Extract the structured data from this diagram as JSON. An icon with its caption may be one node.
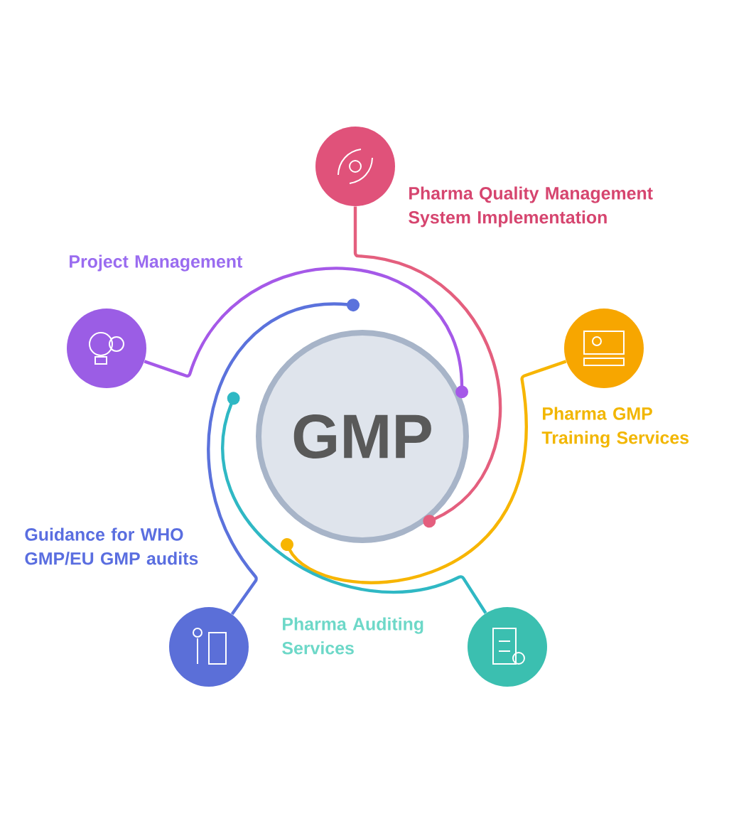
{
  "diagram": {
    "nodes": [
      {
        "text": [
          "GMP"
        ]
      },
      {
        "text": [],
        "shape": "circle",
        "beside": [
          "Pharma Quality Management System Implementation"
        ]
      },
      {
        "text": [],
        "shape": "circle",
        "beside": [
          "Project Management"
        ]
      },
      {
        "text": [],
        "shape": "circle",
        "beside": [
          "Pharma GMP Training Services"
        ]
      },
      {
        "text": [],
        "shape": "circle",
        "beside": [
          "Guidance for WHO GMP/EU GMP audits"
        ]
      },
      {
        "text": [],
        "shape": "circle",
        "beside": [
          "Pharma Auditing Services"
        ]
      }
    ],
    "edges": [
      {
        "from": 1,
        "to": 0,
        "arrow": "other",
        "color": "#e45f7e"
      },
      {
        "from": 2,
        "to": 0,
        "arrow": "other",
        "color": "#a559e8"
      },
      {
        "from": 3,
        "to": null,
        "arrow": "other",
        "color": "#f7b500"
      },
      {
        "from": 4,
        "to": null,
        "arrow": "other",
        "color": "#5b72dc"
      },
      {
        "from": 5,
        "to": null,
        "arrow": "other",
        "color": "#2fb8c4"
      }
    ]
  }
}
